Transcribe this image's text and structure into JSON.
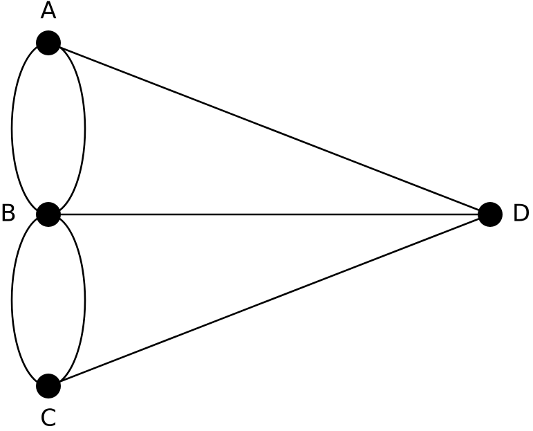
{
  "graph": {
    "colors": {
      "background": "#ffffff",
      "stroke": "#000000",
      "node": "#000000",
      "label": "#000000"
    },
    "nodes": [
      {
        "id": "A",
        "label": "A"
      },
      {
        "id": "B",
        "label": "B"
      },
      {
        "id": "C",
        "label": "C"
      },
      {
        "id": "D",
        "label": "D"
      }
    ],
    "edges": [
      {
        "from": "A",
        "to": "B",
        "count": 2
      },
      {
        "from": "B",
        "to": "C",
        "count": 2
      },
      {
        "from": "A",
        "to": "D",
        "count": 1
      },
      {
        "from": "B",
        "to": "D",
        "count": 1
      },
      {
        "from": "C",
        "to": "D",
        "count": 1
      }
    ]
  }
}
